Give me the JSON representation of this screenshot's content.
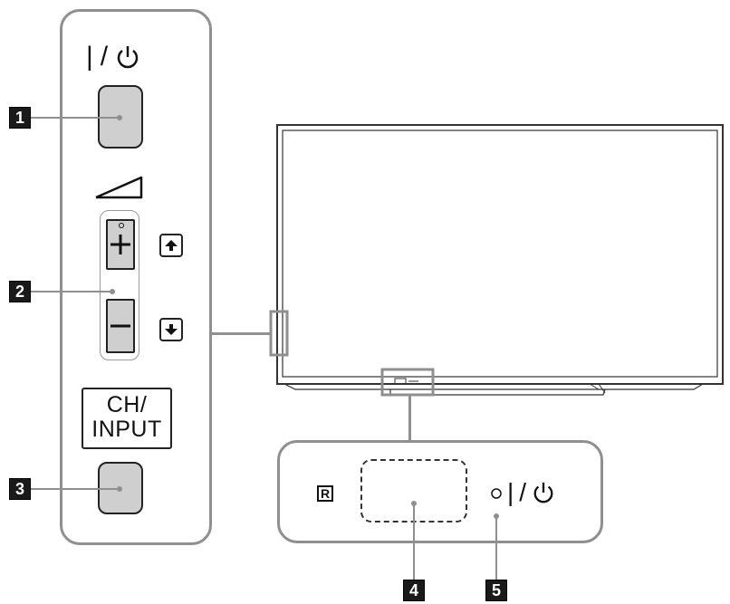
{
  "side_panel": {
    "power_bar": "|",
    "power_slash": "/",
    "ch_input_line1": "CH/",
    "ch_input_line2": "INPUT"
  },
  "callouts": {
    "c1": "1",
    "c2": "2",
    "c3": "3",
    "c4": "4",
    "c5": "5"
  },
  "sensor_panel": {
    "remote_mark": "R",
    "power_bar": "|",
    "power_slash": "/"
  },
  "icons": [
    "power-icon",
    "volume-icon",
    "plus-icon",
    "minus-icon",
    "up-arrow-icon",
    "down-arrow-icon",
    "remote-sensor-icon",
    "led-indicator-icon"
  ]
}
